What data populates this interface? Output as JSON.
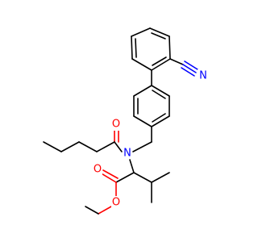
{
  "atoms": {
    "ring_n_label": "N",
    "nitrile_n_label": "N",
    "carbonyl_o_label": "O",
    "ester_o_double_label": "O",
    "ester_o_single_label": "O"
  },
  "colors": {
    "carbon": "#000000",
    "oxygen": "#ff0000",
    "nitrogen": "#0000ff",
    "background": "#ffffff"
  }
}
